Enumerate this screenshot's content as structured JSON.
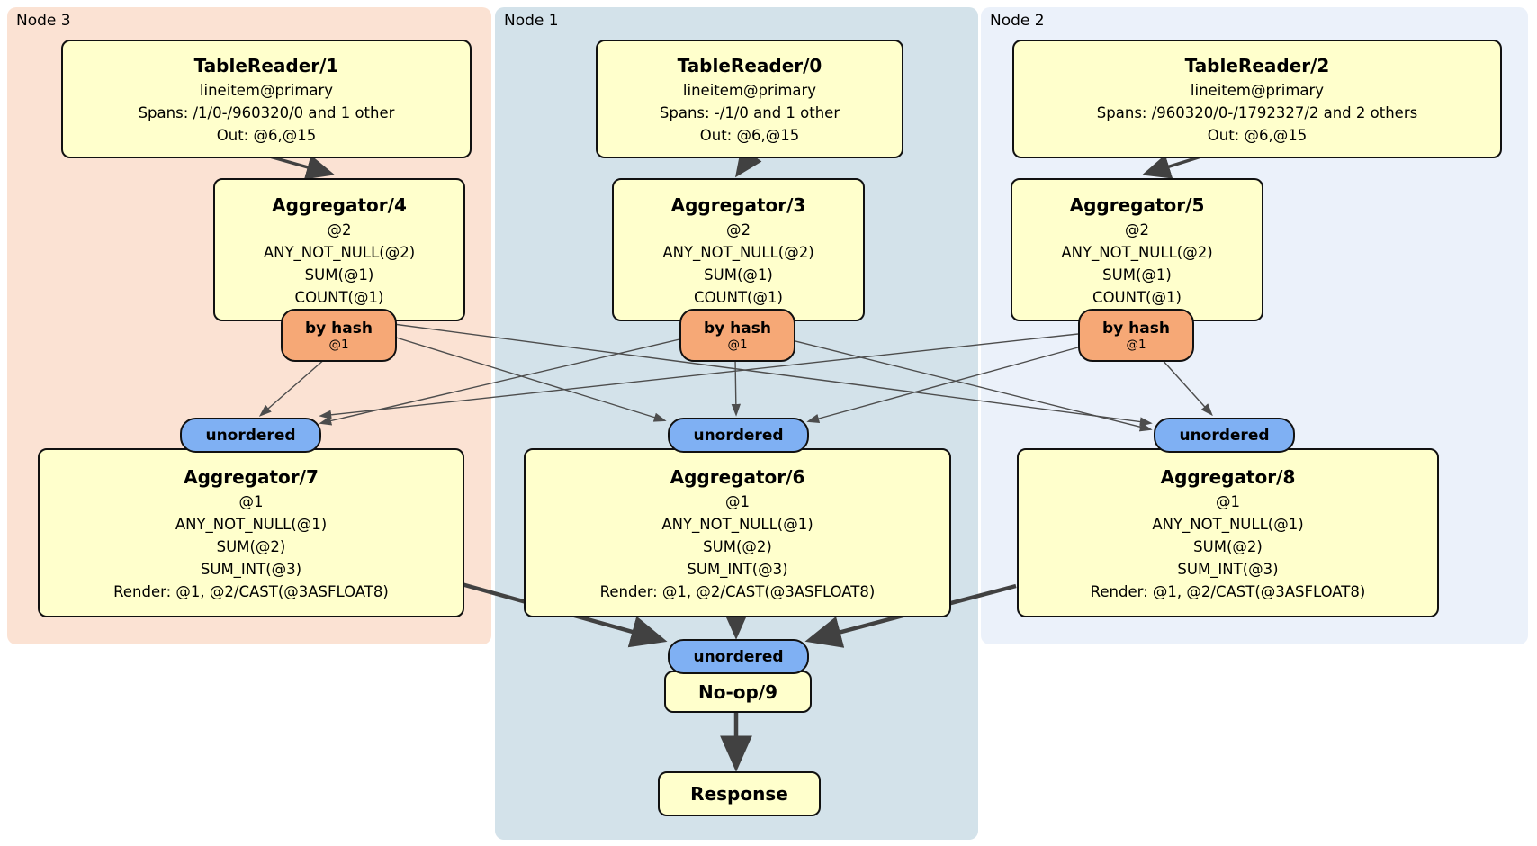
{
  "colors": {
    "region-node3": "#fbe2d3",
    "region-node1": "#d3e2ea",
    "region-node2": "#ebf1fa",
    "box-fill": "#ffffcc",
    "box-border": "#111111",
    "router-fill": "#f6a876",
    "stream-fill": "#7fb0f3",
    "edge-color": "#414141",
    "edge-thin": "#4d4d4d"
  },
  "groups": [
    {
      "label": "Node 3"
    },
    {
      "label": "Node 1"
    },
    {
      "label": "Node 2"
    }
  ],
  "processors": [
    {
      "title": "TableReader/1",
      "lines": [
        "lineitem@primary",
        "Spans: /1/0-/960320/0 and 1 other",
        "Out: @6,@15"
      ]
    },
    {
      "title": "TableReader/0",
      "lines": [
        "lineitem@primary",
        "Spans: -/1/0 and 1 other",
        "Out: @6,@15"
      ]
    },
    {
      "title": "TableReader/2",
      "lines": [
        "lineitem@primary",
        "Spans: /960320/0-/1792327/2 and 2 others",
        "Out: @6,@15"
      ]
    },
    {
      "title": "Aggregator/4",
      "lines": [
        "@2",
        "ANY_NOT_NULL(@2)",
        "SUM(@1)",
        "COUNT(@1)"
      ]
    },
    {
      "title": "Aggregator/3",
      "lines": [
        "@2",
        "ANY_NOT_NULL(@2)",
        "SUM(@1)",
        "COUNT(@1)"
      ]
    },
    {
      "title": "Aggregator/5",
      "lines": [
        "@2",
        "ANY_NOT_NULL(@2)",
        "SUM(@1)",
        "COUNT(@1)"
      ]
    },
    {
      "title": "Aggregator/7",
      "lines": [
        "@1",
        "ANY_NOT_NULL(@1)",
        "SUM(@2)",
        "SUM_INT(@3)",
        "Render: @1, @2/CAST(@3ASFLOAT8)"
      ]
    },
    {
      "title": "Aggregator/6",
      "lines": [
        "@1",
        "ANY_NOT_NULL(@1)",
        "SUM(@2)",
        "SUM_INT(@3)",
        "Render: @1, @2/CAST(@3ASFLOAT8)"
      ]
    },
    {
      "title": "Aggregator/8",
      "lines": [
        "@1",
        "ANY_NOT_NULL(@1)",
        "SUM(@2)",
        "SUM_INT(@3)",
        "Render: @1, @2/CAST(@3ASFLOAT8)"
      ]
    },
    {
      "title": "No-op/9",
      "lines": []
    },
    {
      "title": "Response",
      "lines": []
    }
  ],
  "routers": [
    {
      "label": "by hash",
      "key": "@1"
    },
    {
      "label": "by hash",
      "key": "@1"
    },
    {
      "label": "by hash",
      "key": "@1"
    }
  ],
  "streams": [
    {
      "label": "unordered"
    },
    {
      "label": "unordered"
    },
    {
      "label": "unordered"
    },
    {
      "label": "unordered"
    }
  ]
}
